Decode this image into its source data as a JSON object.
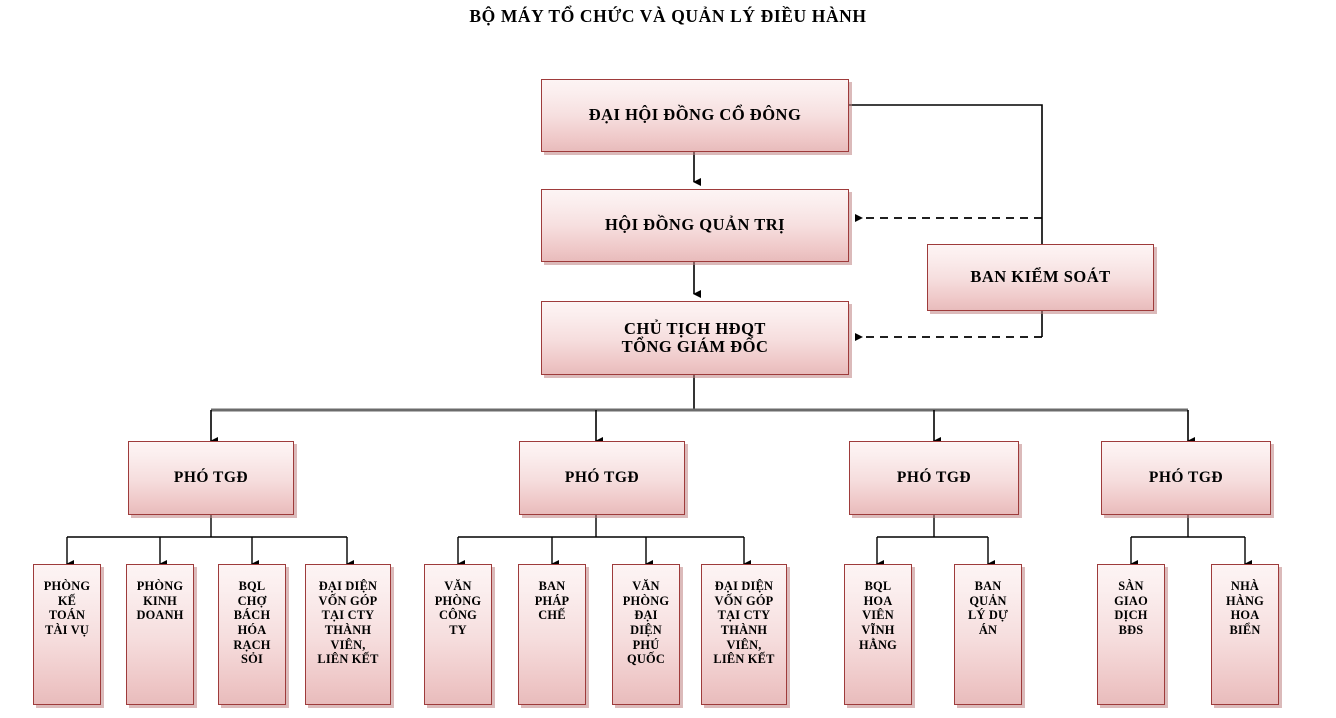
{
  "title": "BỘ MÁY TỔ CHỨC VÀ QUẢN LÝ ĐIỀU HÀNH",
  "colors": {
    "box_border": "#9e3b3b",
    "box_fill_top": "#fdf4f4",
    "box_fill_bottom": "#e8bcbc",
    "shadow": "#be8282",
    "connector_solid": "#000000",
    "connector_bus": "#666666",
    "text": "#000000",
    "background": "#ffffff"
  },
  "chart_data": {
    "type": "diagram",
    "diagram_kind": "organizational-chart",
    "title": "BỘ MÁY TỔ CHỨC VÀ QUẢN LÝ ĐIỀU HÀNH",
    "nodes": [
      {
        "id": "dhdcd",
        "label": "ĐẠI HỘI ĐỒNG CỔ ĐÔNG",
        "level": 1
      },
      {
        "id": "hdqt",
        "label": "HỘI ĐỒNG QUẢN TRỊ",
        "level": 2
      },
      {
        "id": "ctHdqt",
        "label": "CHỦ TỊCH HĐQT\nTỔNG GIÁM ĐỐC",
        "level": 3
      },
      {
        "id": "bks",
        "label": "BAN KIỂM SOÁT",
        "level": 2
      },
      {
        "id": "ptgd1",
        "label": "PHÓ TGĐ",
        "level": 4
      },
      {
        "id": "ptgd2",
        "label": "PHÓ TGĐ",
        "level": 4
      },
      {
        "id": "ptgd3",
        "label": "PHÓ TGĐ",
        "level": 4
      },
      {
        "id": "ptgd4",
        "label": "PHÓ TGĐ",
        "level": 4
      },
      {
        "id": "l1",
        "label": "PHÒNG\nKẾ\nTOÁN\nTÀI VỤ",
        "level": 5,
        "parent": "ptgd1"
      },
      {
        "id": "l2",
        "label": "PHÒNG\nKINH\nDOANH",
        "level": 5,
        "parent": "ptgd1"
      },
      {
        "id": "l3",
        "label": "BQL\nCHỢ\nBÁCH\nHÓA\nRẠCH\nSỎI",
        "level": 5,
        "parent": "ptgd1"
      },
      {
        "id": "l4",
        "label": "ĐẠI DIỆN\nVỐN GÓP\nTẠI CTY\nTHÀNH\nVIÊN,\nLIÊN KẾT",
        "level": 5,
        "parent": "ptgd1"
      },
      {
        "id": "l5",
        "label": "VĂN\nPHÒNG\nCÔNG\nTY",
        "level": 5,
        "parent": "ptgd2"
      },
      {
        "id": "l6",
        "label": "BAN\nPHÁP\nCHẾ",
        "level": 5,
        "parent": "ptgd2"
      },
      {
        "id": "l7",
        "label": "VĂN\nPHÒNG\nĐẠI\nDIỆN\nPHÚ\nQUỐC",
        "level": 5,
        "parent": "ptgd2"
      },
      {
        "id": "l8",
        "label": "ĐẠI DIỆN\nVỐN GÓP\nTẠI CTY\nTHÀNH\nVIÊN,\nLIÊN KẾT",
        "level": 5,
        "parent": "ptgd2"
      },
      {
        "id": "l9",
        "label": "BQL\nHOA\nVIÊN\nVĨNH\nHẰNG",
        "level": 5,
        "parent": "ptgd3"
      },
      {
        "id": "l10",
        "label": "BAN\nQUẢN\nLÝ DỰ\nÁN",
        "level": 5,
        "parent": "ptgd3"
      },
      {
        "id": "l11",
        "label": "SÀN\nGIAO\nDỊCH\nBĐS",
        "level": 5,
        "parent": "ptgd4"
      },
      {
        "id": "l12",
        "label": "NHÀ\nHÀNG\nHOA\nBIỂN",
        "level": 5,
        "parent": "ptgd4"
      }
    ],
    "edges": [
      {
        "from": "dhdcd",
        "to": "hdqt",
        "style": "solid",
        "arrow": true
      },
      {
        "from": "hdqt",
        "to": "ctHdqt",
        "style": "solid",
        "arrow": true
      },
      {
        "from": "dhdcd",
        "to": "bks",
        "style": "solid",
        "arrow": false
      },
      {
        "from": "bks",
        "to": "hdqt",
        "style": "dashed",
        "arrow": true
      },
      {
        "from": "bks",
        "to": "ctHdqt",
        "style": "dashed",
        "arrow": true
      },
      {
        "from": "ctHdqt",
        "to": "ptgd1",
        "style": "solid",
        "arrow": true
      },
      {
        "from": "ctHdqt",
        "to": "ptgd2",
        "style": "solid",
        "arrow": true
      },
      {
        "from": "ctHdqt",
        "to": "ptgd3",
        "style": "solid",
        "arrow": true
      },
      {
        "from": "ctHdqt",
        "to": "ptgd4",
        "style": "solid",
        "arrow": true
      }
    ]
  },
  "boxes": {
    "dhdcd": "ĐẠI HỘI ĐỒNG CỔ ĐÔNG",
    "hdqt": "HỘI ĐỒNG QUẢN TRỊ",
    "ctHdqt": "CHỦ TỊCH HĐQT\nTỔNG GIÁM ĐỐC",
    "bks": "BAN KIỂM SOÁT",
    "ptgd1": "PHÓ TGĐ",
    "ptgd2": "PHÓ TGĐ",
    "ptgd3": "PHÓ TGĐ",
    "ptgd4": "PHÓ TGĐ",
    "l1": "PHÒNG\nKẾ\nTOÁN\nTÀI VỤ",
    "l2": "PHÒNG\nKINH\nDOANH",
    "l3": "BQL\nCHỢ\nBÁCH\nHÓA\nRẠCH\nSỎI",
    "l4": "ĐẠI DIỆN\nVỐN GÓP\nTẠI CTY\nTHÀNH\nVIÊN,\nLIÊN KẾT",
    "l5": "VĂN\nPHÒNG\nCÔNG\nTY",
    "l6": "BAN\nPHÁP\nCHẾ",
    "l7": "VĂN\nPHÒNG\nĐẠI\nDIỆN\nPHÚ\nQUỐC",
    "l8": "ĐẠI DIỆN\nVỐN GÓP\nTẠI CTY\nTHÀNH\nVIÊN,\nLIÊN KẾT",
    "l9": "BQL\nHOA\nVIÊN\nVĨNH\nHẰNG",
    "l10": "BAN\nQUẢN\nLÝ DỰ\nÁN",
    "l11": "SÀN\nGIAO\nDỊCH\nBĐS",
    "l12": "NHÀ\nHÀNG\nHOA\nBIỂN"
  }
}
